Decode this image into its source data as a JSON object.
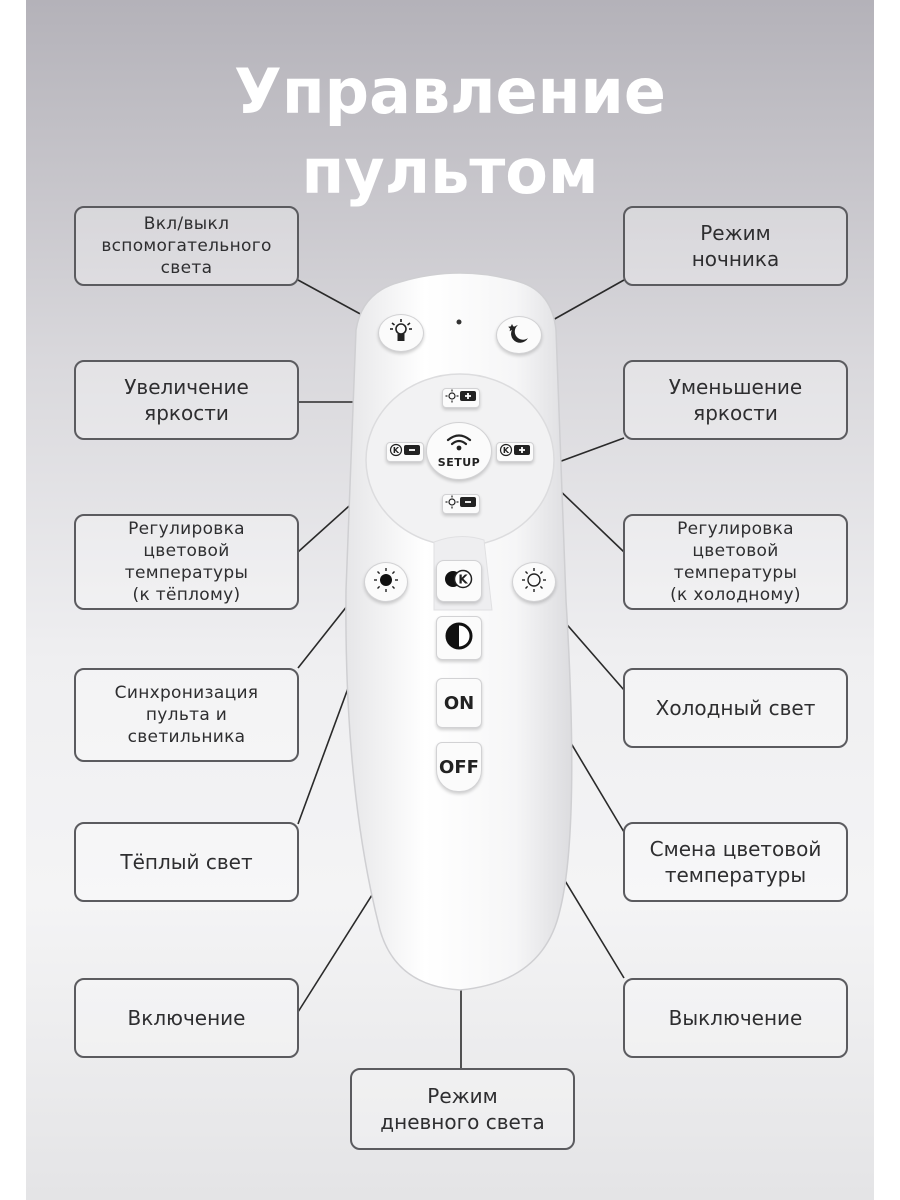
{
  "header": {
    "title": "Управление\nпультом"
  },
  "labels": {
    "aux_light": "Вкл/выкл\nвспомогательного\nсвета",
    "night_mode": "Режим\nночника",
    "brightness_up": "Увеличение\nяркости",
    "brightness_down": "Уменьшение\nяркости",
    "color_temp_warm": "Регулировка\nцветовой\nтемпературы\n(к тёплому)",
    "color_temp_cold": "Регулировка\nцветовой\nтемпературы\n(к холодному)",
    "sync": "Синхронизация\nпульта и\nсветильника",
    "cold_light": "Холодный свет",
    "change_temp": "Смена цветовой\nтемпературы",
    "warm_light": "Тёплый свет",
    "power_on": "Включение",
    "power_off": "Выключение",
    "daylight_mode": "Режим\nдневного света"
  },
  "remote": {
    "setup_label": "SETUP",
    "on_label": "ON",
    "off_label": "OFF",
    "k_label": "K"
  },
  "colors": {
    "line": "#2a2a2a",
    "box_border": "#5b5b5f",
    "title": "#ffffff"
  },
  "icons": [
    "bulb-icon",
    "moon-icon",
    "brightness-up-icon",
    "brightness-down-icon",
    "color-temp-down-icon",
    "color-temp-up-icon",
    "wifi-icon",
    "sun-filled-icon",
    "sun-outline-icon",
    "temp-change-icon",
    "daylight-icon"
  ]
}
